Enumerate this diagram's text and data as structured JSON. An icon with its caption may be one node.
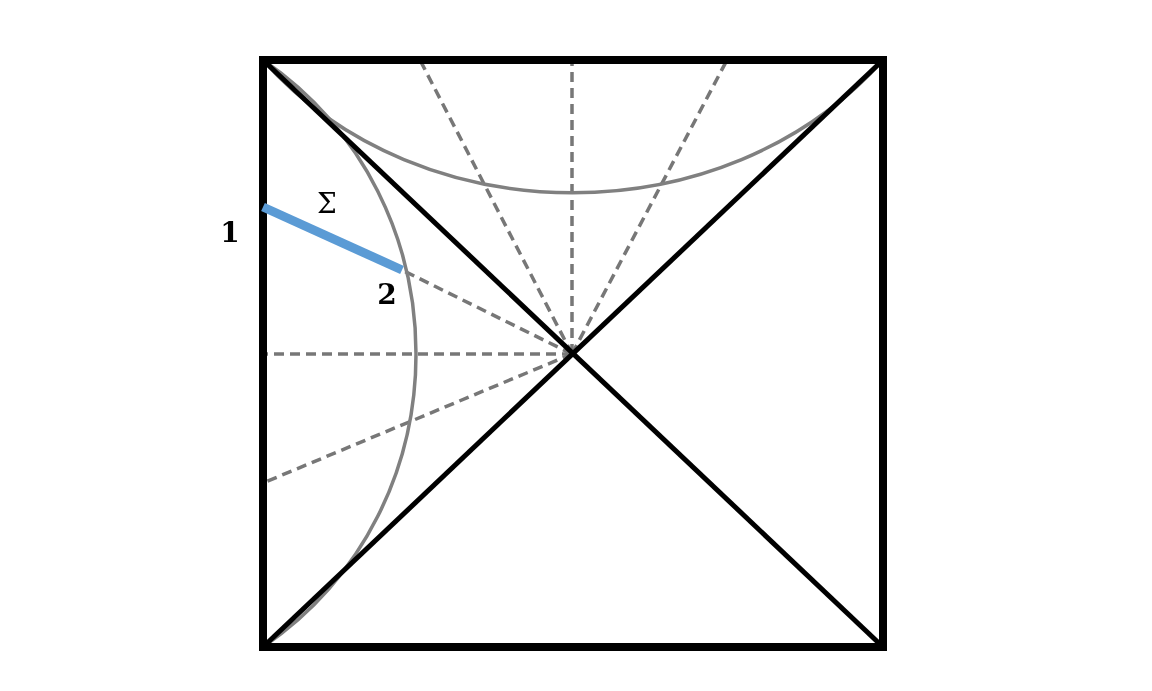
{
  "diagram": {
    "labels": [
      "Σ",
      "1",
      "2"
    ]
  }
}
